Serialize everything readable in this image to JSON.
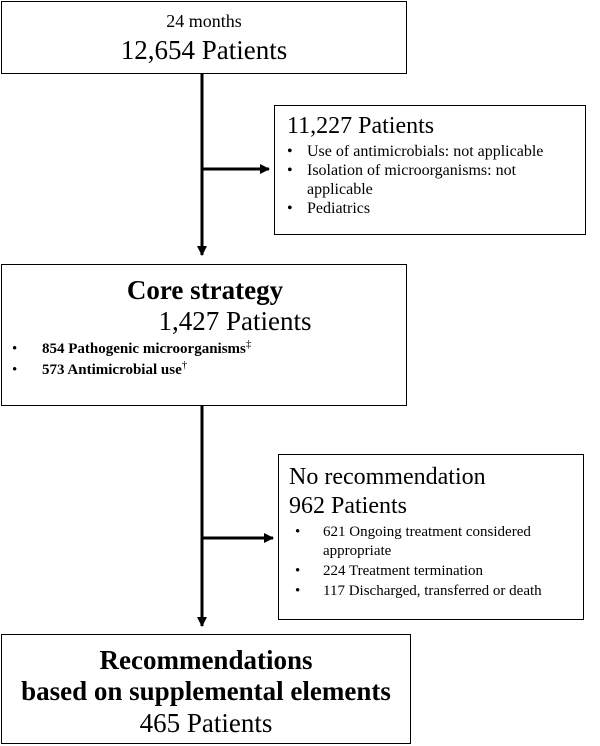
{
  "box1": {
    "line1": "24 months",
    "line2": "12,654 Patients"
  },
  "box2": {
    "title": "11,227 Patients",
    "items": [
      {
        "text": "Use of antimicrobials: not applicable"
      },
      {
        "text": "Isolation of microorganisms: not applicable"
      },
      {
        "text": "Pediatrics"
      }
    ]
  },
  "box3": {
    "title": "Core strategy",
    "subtitle": "1,427 Patients",
    "items": [
      {
        "text": "854 Pathogenic microorganisms",
        "mark": "‡"
      },
      {
        "text": "573 Antimicrobial use",
        "mark": "†"
      }
    ]
  },
  "box4": {
    "title": "No recommendation",
    "subtitle": "962 Patients",
    "items": [
      {
        "text": "621  Ongoing treatment considered appropriate"
      },
      {
        "text": "224  Treatment termination"
      },
      {
        "text": "117  Discharged, transferred or death"
      }
    ]
  },
  "box5": {
    "line1": "Recommendations",
    "line2": "based on supplemental elements",
    "line3": "465 Patients"
  },
  "bullet_glyph": "•"
}
